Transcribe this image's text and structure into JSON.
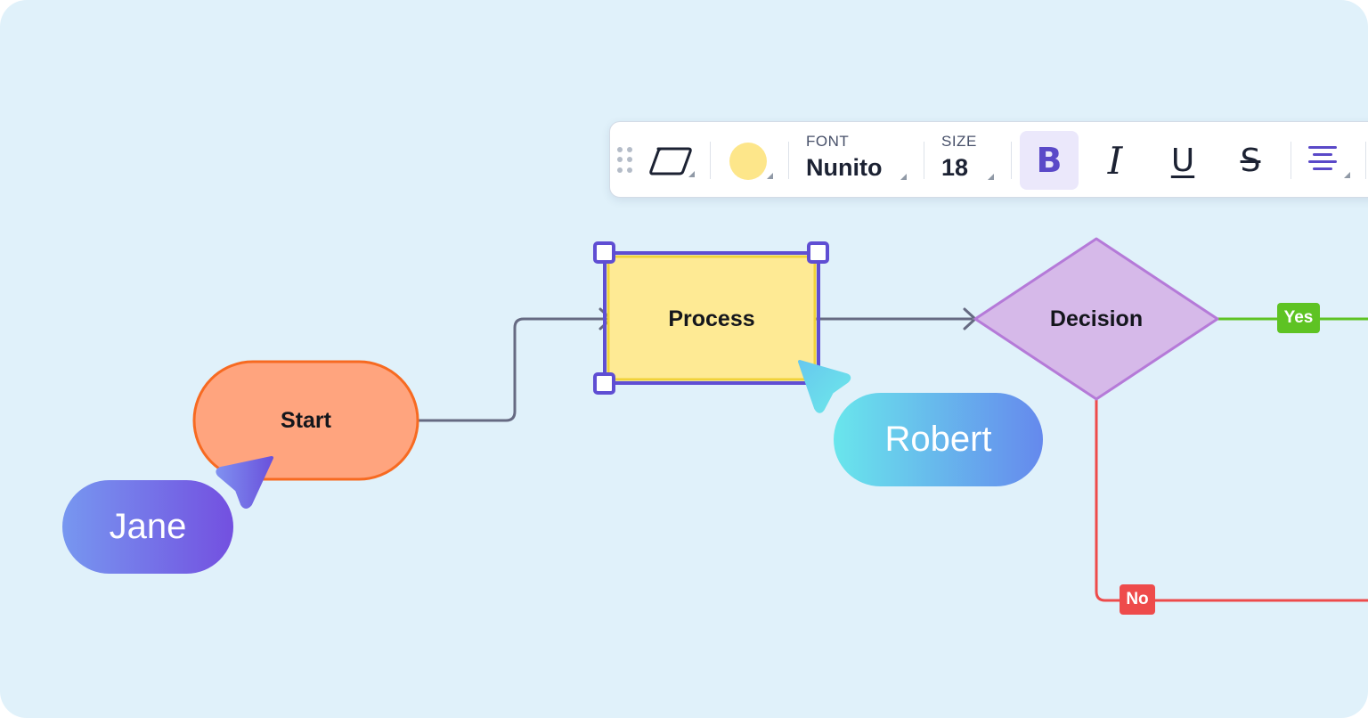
{
  "toolbar": {
    "shape_icon": "parallelogram-icon",
    "fill_color": "#fde68a",
    "font_label": "FONT",
    "font_value": "Nunito",
    "size_label": "SIZE",
    "size_value": "18",
    "bold_label": "B",
    "italic_label": "I",
    "underline_label": "U",
    "strike_label": "S",
    "align_icon": "align-center-icon",
    "bold_active": true
  },
  "diagram": {
    "nodes": {
      "start": {
        "label": "Start",
        "fill": "#ffa47e",
        "stroke": "#f76a21"
      },
      "process": {
        "label": "Process",
        "fill": "#feea94",
        "stroke": "#f1d23a",
        "selected": true
      },
      "decision": {
        "label": "Decision",
        "fill": "#d6b9e9",
        "stroke": "#b57ad8"
      }
    },
    "connectors": {
      "yes_label": "Yes",
      "no_label": "No",
      "yes_color": "#5ec323",
      "no_color": "#ee4b4b",
      "default_color": "#666a82"
    },
    "selection_color": "#5f4ed3"
  },
  "collaborators": [
    {
      "name": "Jane"
    },
    {
      "name": "Robert"
    }
  ]
}
